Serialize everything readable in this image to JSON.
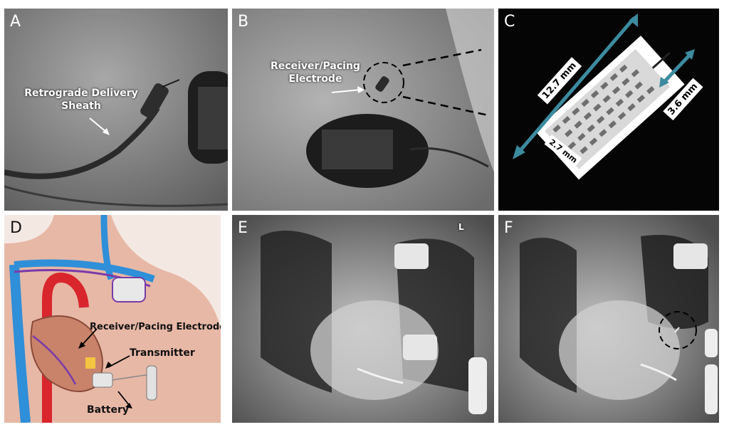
{
  "panels": {
    "a": {
      "label": "A",
      "annotation": "Retrograde Delivery\nSheath"
    },
    "b": {
      "label": "B",
      "annotation": "Receiver/Pacing\nElectrode"
    },
    "c": {
      "label": "C",
      "length": "12.7 mm",
      "diameter": "3.6 mm",
      "inner": "2.7 mm"
    },
    "d": {
      "label": "D",
      "receiver": "Receiver/Pacing Electrode",
      "transmitter": "Transmitter",
      "battery": "Battery"
    },
    "e": {
      "label": "E",
      "marker": "L"
    },
    "f": {
      "label": "F"
    }
  },
  "colors": {
    "arrow_teal": "#3d8ba0",
    "vein_blue": "#2f8fd8",
    "artery_red": "#d8262c",
    "skin": "#e7b8a6"
  }
}
